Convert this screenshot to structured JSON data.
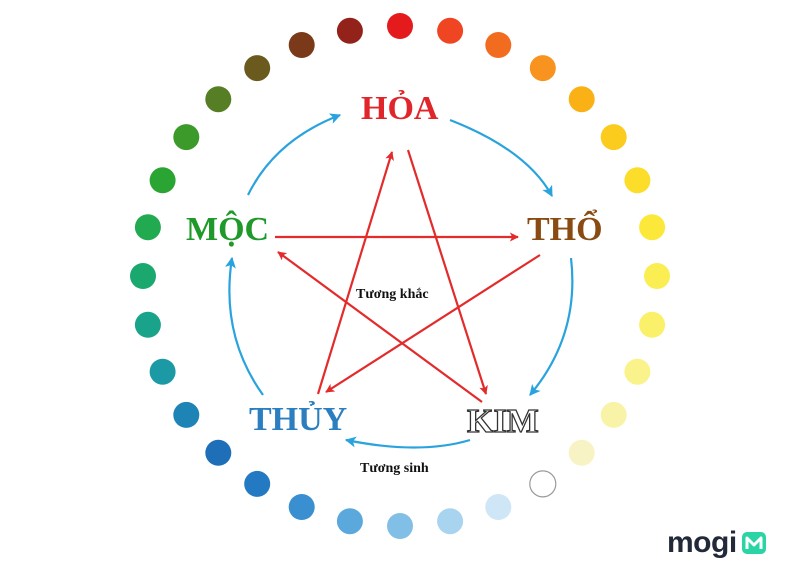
{
  "elements": {
    "hoa": "HỎA",
    "tho": "THỔ",
    "kim": "KIM",
    "thuy": "THỦY",
    "moc": "MỘC"
  },
  "labels": {
    "tuong_khac": "Tương khắc",
    "tuong_sinh": "Tương sinh"
  },
  "brand": {
    "name": "mogi",
    "mark_color": "#2bd4a5",
    "text_color": "#222a3a"
  },
  "colors": {
    "generating_arrows": "#29a3dd",
    "overcoming_arrows": "#e32b2b",
    "hoa": "#e0262b",
    "tho": "#8a4b12",
    "moc": "#1f9a2a",
    "thuy": "#2b7fc0",
    "kim_outline": "#333333"
  },
  "color_wheel": [
    "#e41a1c",
    "#ef4523",
    "#f26c20",
    "#f7931e",
    "#f9b115",
    "#fbcb1e",
    "#fbdd2a",
    "#fbe83a",
    "#fbee52",
    "#fbf06a",
    "#faf28a",
    "#f9f3a8",
    "#f7f3c4",
    "#ffffff",
    "#cfe6f7",
    "#a9d4f0",
    "#82bfe6",
    "#5aa8dc",
    "#3a8fd0",
    "#2379c2",
    "#1f6fb8",
    "#1d84b5",
    "#1b9aa5",
    "#19a38b",
    "#1aa86f",
    "#21aa4f",
    "#2aa432",
    "#3c9a2a",
    "#567f25",
    "#6a5a1e",
    "#7a3a1a",
    "#93231a"
  ]
}
